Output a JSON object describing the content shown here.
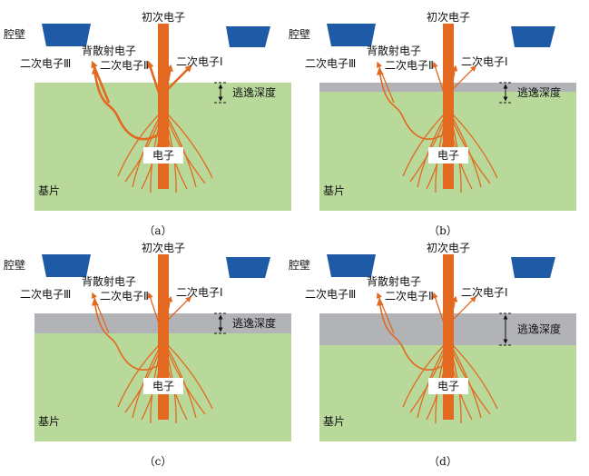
{
  "labels": {
    "chamber_wall": "腔壁",
    "primary_electron": "初次电子",
    "backscattered_electron": "背散射电子",
    "secondary_1": "二次电子Ⅰ",
    "secondary_2": "二次电子Ⅱ",
    "secondary_3": "二次电子Ⅲ",
    "escape_depth": "逃逸深度",
    "electron": "电子",
    "substrate": "基片"
  },
  "panels": [
    {
      "caption": "（a）"
    },
    {
      "caption": "（b）"
    },
    {
      "caption": "（c）"
    },
    {
      "caption": "（d）"
    }
  ],
  "colors": {
    "substrate": "#b9d99b",
    "film": "#b1b3b6",
    "beam": "#e2691f",
    "wall": "#1f5aa6"
  }
}
